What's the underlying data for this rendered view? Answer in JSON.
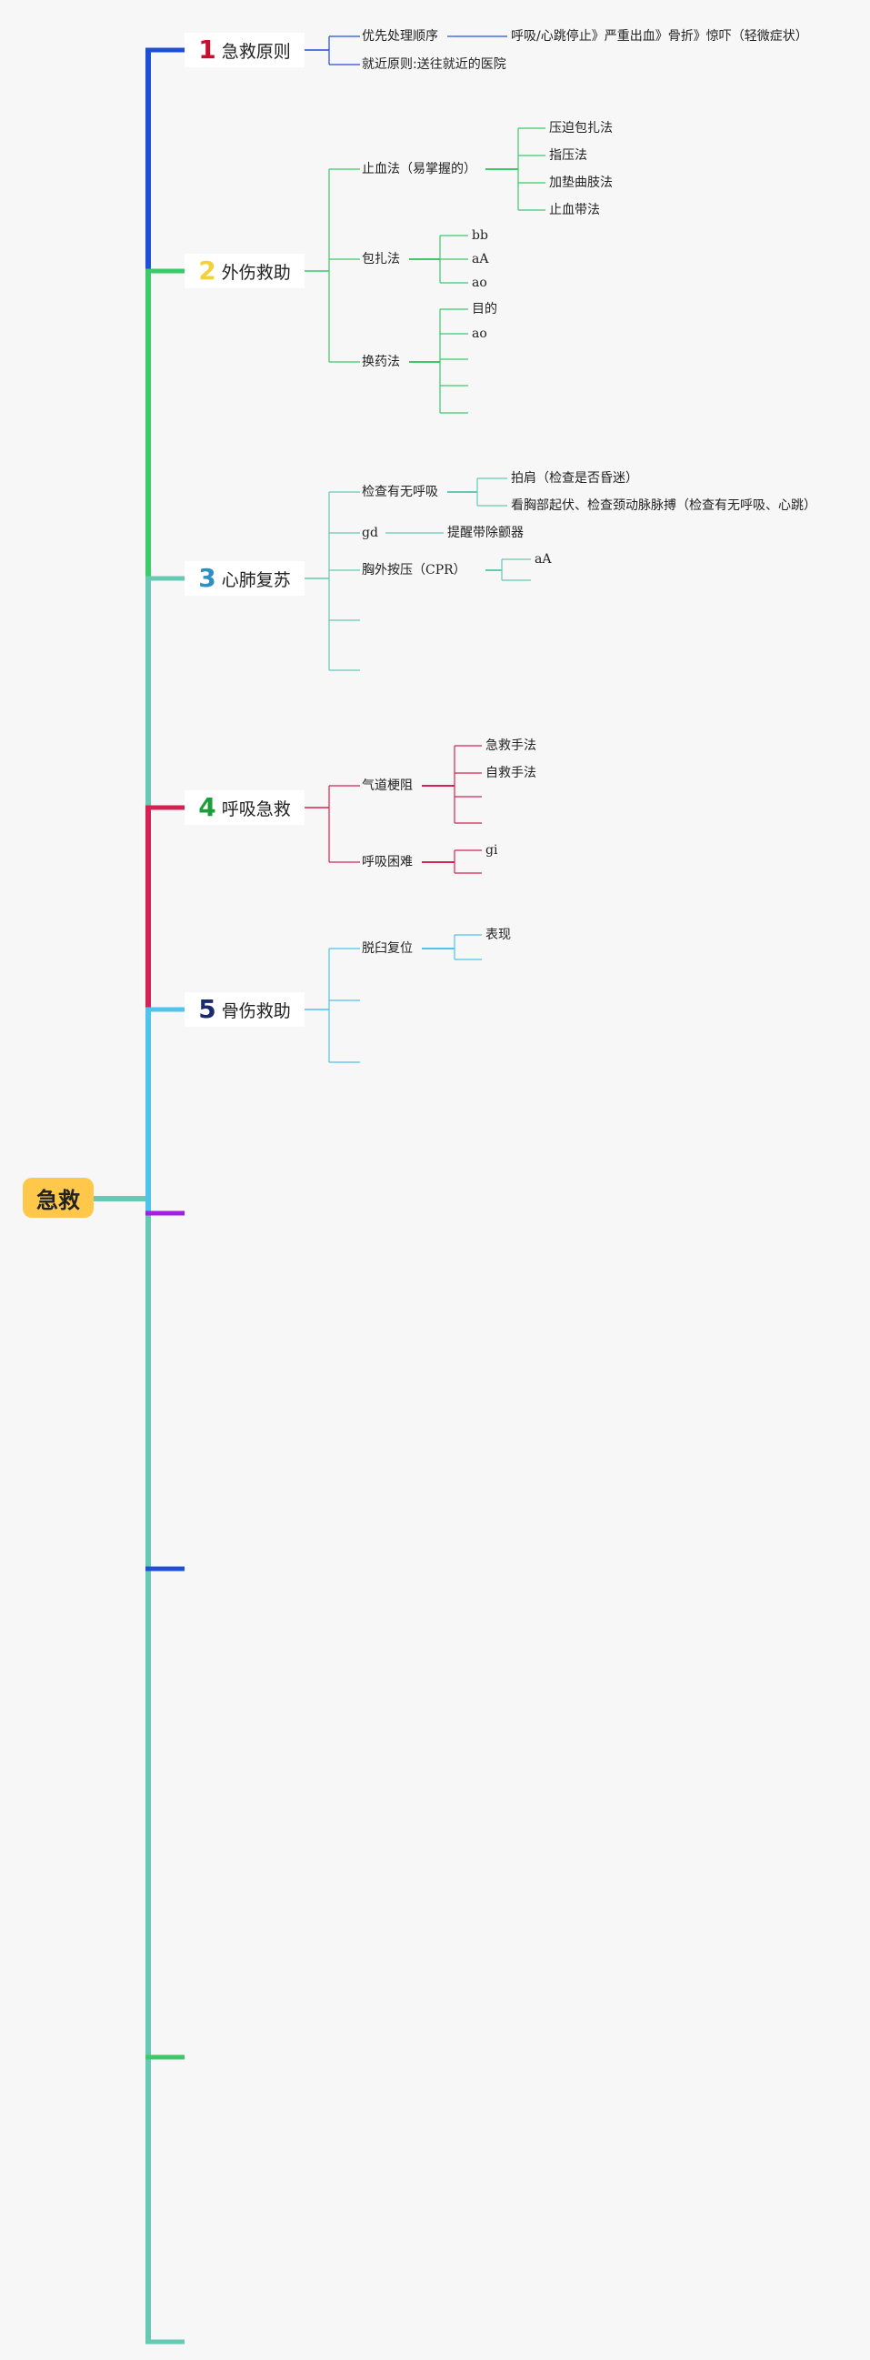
{
  "root": {
    "title": "急救",
    "color": "#ffc84a"
  },
  "branches": [
    {
      "id": "b1",
      "number": "1",
      "title": "急救原则",
      "num_color": "#c8102e",
      "line_color": "#1f4fd6",
      "nodes": [
        {
          "id": "b1a",
          "label": "优先处理顺序",
          "children": [
            {
              "id": "b1a1",
              "label": "呼吸/心跳停止》严重出血》骨折》惊吓（轻微症状）"
            }
          ]
        },
        {
          "id": "b1b",
          "label": "就近原则:送往就近的医院"
        }
      ]
    },
    {
      "id": "b2",
      "number": "2",
      "title": "外伤救助",
      "num_color": "#f2d23a",
      "line_color": "#3cc96a",
      "nodes": [
        {
          "id": "b2a",
          "label": "止血法（易掌握的）",
          "children": [
            {
              "id": "b2a1",
              "label": "压迫包扎法"
            },
            {
              "id": "b2a2",
              "label": "指压法"
            },
            {
              "id": "b2a3",
              "label": "加垫曲肢法"
            },
            {
              "id": "b2a4",
              "label": "止血带法"
            }
          ]
        },
        {
          "id": "b2b",
          "label": "包扎法",
          "children": [
            {
              "id": "b2b1",
              "label": "bb"
            },
            {
              "id": "b2b2",
              "label": "aA"
            },
            {
              "id": "b2b3",
              "label": "ao"
            }
          ]
        },
        {
          "id": "b2c",
          "label": "换药法",
          "children": [
            {
              "id": "b2c1",
              "label": "目的"
            },
            {
              "id": "b2c2",
              "label": "ao"
            },
            {
              "id": "b2c3",
              "label": ""
            },
            {
              "id": "b2c4",
              "label": ""
            },
            {
              "id": "b2c5",
              "label": ""
            }
          ]
        }
      ]
    },
    {
      "id": "b3",
      "number": "3",
      "title": "心肺复苏",
      "num_color": "#2d8fc4",
      "line_color": "#66c9b4",
      "nodes": [
        {
          "id": "b3a",
          "label": "检查有无呼吸",
          "children": [
            {
              "id": "b3a1",
              "label": "拍肩（检查是否昏迷）"
            },
            {
              "id": "b3a2",
              "label": "看胸部起伏、检查颈动脉脉搏（检查有无呼吸、心跳）"
            }
          ]
        },
        {
          "id": "b3b",
          "label": "gd",
          "children": [
            {
              "id": "b3b1",
              "label": "提醒带除颤器"
            }
          ]
        },
        {
          "id": "b3c",
          "label": "胸外按压（CPR）",
          "children": [
            {
              "id": "b3c1",
              "label": "aA"
            },
            {
              "id": "b3c2",
              "label": ""
            }
          ]
        },
        {
          "id": "b3d",
          "label": ""
        },
        {
          "id": "b3e",
          "label": ""
        }
      ]
    },
    {
      "id": "b4",
      "number": "4",
      "title": "呼吸急救",
      "num_color": "#1e9e3a",
      "line_color": "#d42352",
      "nodes": [
        {
          "id": "b4a",
          "label": "气道梗阻",
          "children": [
            {
              "id": "b4a1",
              "label": "急救手法"
            },
            {
              "id": "b4a2",
              "label": "自救手法"
            },
            {
              "id": "b4a3",
              "label": ""
            },
            {
              "id": "b4a4",
              "label": ""
            }
          ]
        },
        {
          "id": "b4b",
          "label": "呼吸困难",
          "children": [
            {
              "id": "b4b1",
              "label": "gi"
            },
            {
              "id": "b4b2",
              "label": ""
            }
          ]
        }
      ]
    },
    {
      "id": "b5",
      "number": "5",
      "title": "骨伤救助",
      "num_color": "#1a2a6c",
      "line_color": "#4fc3ec",
      "nodes": [
        {
          "id": "b5a",
          "label": "脱臼复位",
          "children": [
            {
              "id": "b5a1",
              "label": "表现"
            },
            {
              "id": "b5a2",
              "label": ""
            }
          ]
        },
        {
          "id": "b5b",
          "label": ""
        },
        {
          "id": "b5c",
          "label": ""
        }
      ]
    }
  ],
  "stubs": [
    {
      "id": "s6",
      "color": "#a21ee0"
    },
    {
      "id": "s7",
      "color": "#1f4fd6"
    },
    {
      "id": "s8",
      "color": "#3cc96a"
    },
    {
      "id": "s9",
      "color": "#66c9b4"
    }
  ],
  "trunk_color": "#66c9b4"
}
